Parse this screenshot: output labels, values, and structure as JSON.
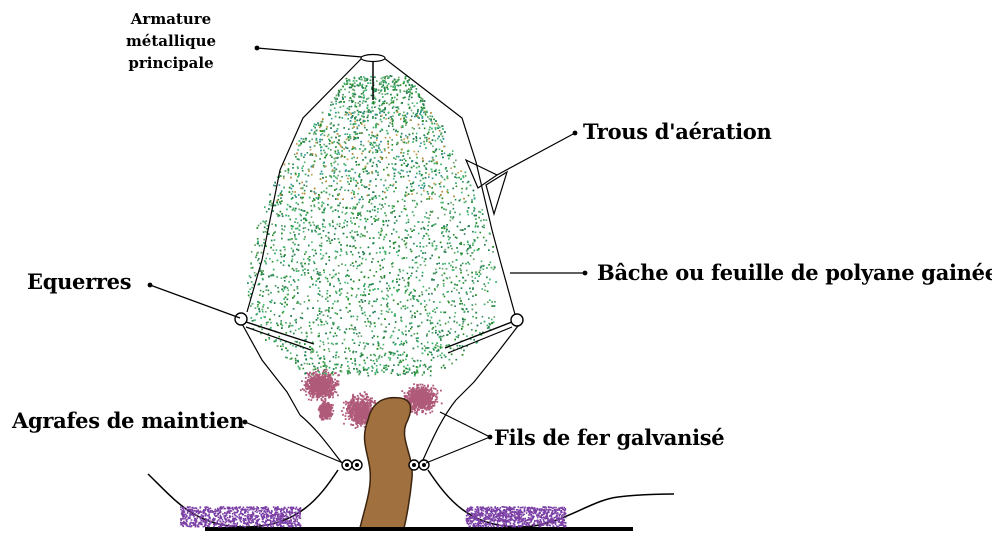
{
  "labels": {
    "armature": [
      "Armature",
      "métallique",
      "principale"
    ],
    "trous": "Trous d'aération",
    "equerres": "Equerres",
    "bache": "Bâche ou feuille de polyane gainée",
    "agrafes": "Agrafes de maintien",
    "fils": "Fils de fer galvanisé"
  },
  "colors": {
    "foliage": [
      "#2e8b57",
      "#3cb371",
      "#228b22",
      "#66a26a",
      "#1f7a4d",
      "#4caf6a"
    ],
    "foliage_accent": [
      "#2f8f9a",
      "#3a9aa0",
      "#b08a3a",
      "#c2a04a"
    ],
    "grapes": "#b05a7a",
    "trunk": "#a0703f",
    "trunk_outline": "#3b2410",
    "ground_particles": "#7b3fa6",
    "line": "#000000"
  }
}
